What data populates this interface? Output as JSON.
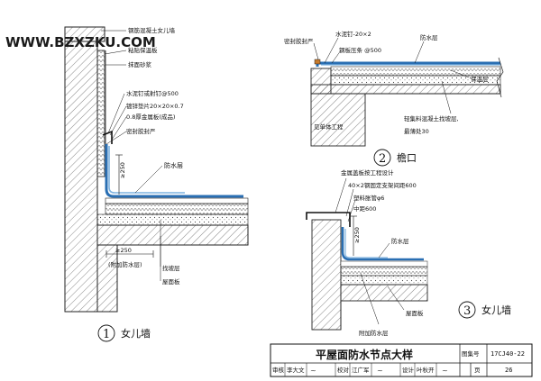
{
  "watermark": "WWW.BZXZKU.COM",
  "detail1": {
    "number": "1",
    "title": "女儿墙",
    "labels": {
      "parapet": "钢筋混凝土女儿墙",
      "insulation_board": "粘贴保温板",
      "plaster": "抹面砂浆",
      "nail": "水泥钉或射钉@500",
      "washer": "镀锌垫片20×20×0.7",
      "metal_plate": "0.8厚金属板(成品)",
      "sealant": "密封胶封严",
      "waterproof": "防水层",
      "dim_up": "≥250",
      "dim_horiz": "≥250",
      "extra_layer": "(附加防水层)",
      "slope_layer": "找坡层",
      "roof_slab": "屋面板"
    }
  },
  "detail2": {
    "number": "2",
    "title": "檐口",
    "labels": {
      "sealant": "密封胶封严",
      "nail": "水泥钉-20×2",
      "steel_strip": "钢板压条 @500",
      "waterproof": "防水层",
      "insulation": "保温层",
      "slope_concrete": "轻集料混凝土找坡层,",
      "thinnest": "最薄处30",
      "see_body": "见单体工程"
    }
  },
  "detail3": {
    "number": "3",
    "title": "女儿墙",
    "labels": {
      "metal_cap": "金属盖板按工程设计",
      "angle_bracket": "40×2钢固定支架间距600",
      "plastic_tube": "塑料胀管φ6",
      "spacing": "中距600",
      "dim_up": "≥250",
      "waterproof": "防水层",
      "roof_slab": "屋面板",
      "extra_layer": "附加防水层"
    }
  },
  "title_block": {
    "title": "平屋面防水节点大样",
    "atlas_label": "图集号",
    "atlas_no": "17CJ40-22",
    "review_label": "审核",
    "review_name": "李大文",
    "check_label": "校对",
    "check_name": "江广军",
    "design_label": "设计",
    "design_name": "叶秋开",
    "page_label": "页",
    "page_no": "26"
  }
}
